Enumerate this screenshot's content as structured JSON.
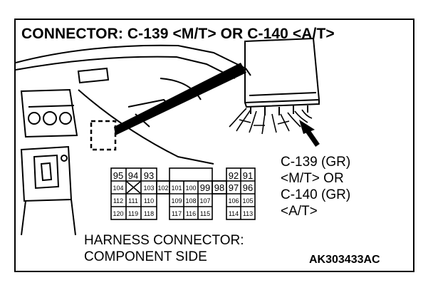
{
  "title": "CONNECTOR: C-139 <M/T> OR C-140 <A/T>",
  "connector_label": "C-139 (GR)\n<M/T> OR\nC-140 (GR)\n<A/T>",
  "harness_caption": {
    "line1": "HARNESS CONNECTOR:",
    "line2": "COMPONENT SIDE"
  },
  "figure_code": "AK303433AC",
  "pins": {
    "left_block": {
      "row1": [
        "95",
        "94",
        "93"
      ],
      "row2": [
        "104",
        "",
        "103",
        "102"
      ],
      "row3": [
        "112",
        "111",
        "110"
      ],
      "row4": [
        "120",
        "119",
        "118"
      ]
    },
    "center_block": {
      "row2": [
        "101",
        "100",
        "99",
        "98"
      ],
      "row3": [
        "109",
        "108",
        "107"
      ],
      "row4": [
        "117",
        "116",
        "115"
      ]
    },
    "right_block": {
      "row1": [
        "92",
        "91"
      ],
      "row2": [
        "97",
        "96"
      ],
      "row3": [
        "106",
        "105"
      ],
      "row4": [
        "114",
        "113"
      ]
    }
  }
}
